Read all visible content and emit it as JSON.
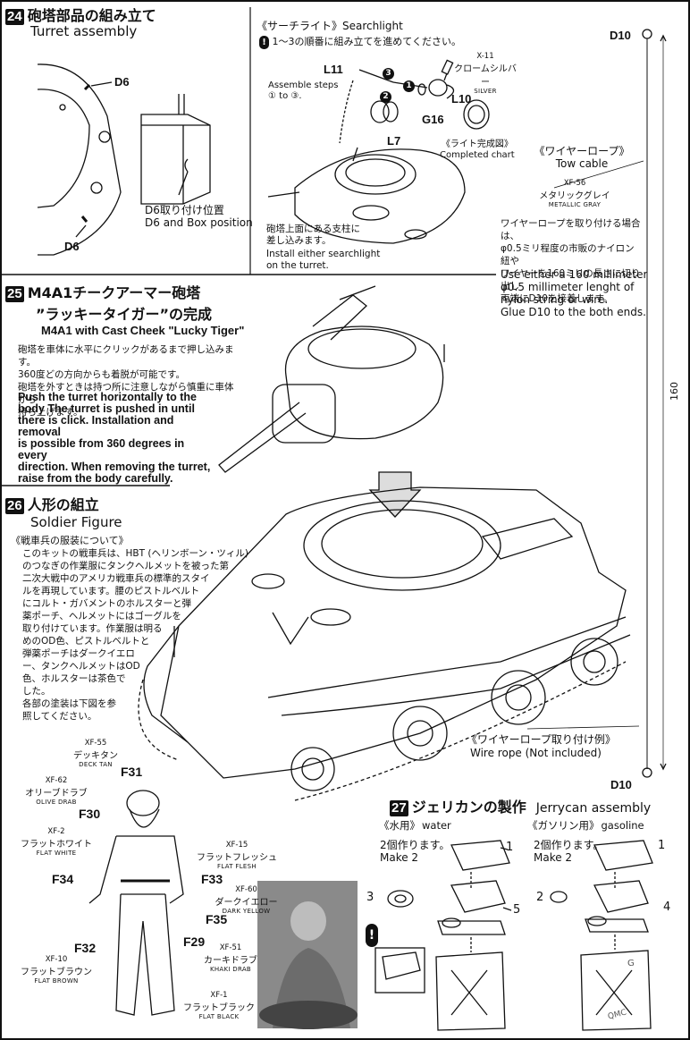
{
  "step24": {
    "num": "24",
    "title_jp": "砲塔部品の組み立て",
    "title_en": "Turret assembly",
    "d6_top": "D6",
    "d6_bottom": "D6",
    "d6_pos_jp": "D6取り付け位置",
    "d6_pos_en": "D6 and Box position"
  },
  "searchlight": {
    "title": "《サーチライト》Searchlight",
    "order_jp": "1～3の順番に組み立てを進めてください。",
    "assemble_en": "Assemble steps ① to ③.",
    "paint_code": "X-11",
    "paint_jp": "クロームシルバー",
    "paint_en": "SILVER",
    "l11": "L11",
    "l10": "L10",
    "g16": "G16",
    "l7": "L7",
    "n1": "1",
    "n2": "2",
    "n3": "3",
    "complete_jp": "《ライト完成図》",
    "complete_en": "Completed chart",
    "install_jp_1": "砲塔上面にある支柱に",
    "install_jp_2": "差し込みます。",
    "install_en_1": "Install either searchlight",
    "install_en_2": "on the turret."
  },
  "towcable": {
    "d10_top": "D10",
    "title_jp": "《ワイヤーロープ》",
    "title_en": "Tow cable",
    "paint_code": "XF-56",
    "paint_jp": "メタリックグレイ",
    "paint_en": "METALLIC GRAY",
    "desc_jp": [
      "ワイヤーロープを取り付ける場合は、",
      "φ0.5ミリ程度の市販のナイロン紐や",
      "ワイヤーを160ミリの長さに切り出し",
      "両端にD10を接着します。"
    ],
    "desc_en": [
      "Use either a 160 millimeter",
      "φ0.5 millimeter lenght of",
      "nylon   string or wire.",
      "Glue D10 to the both ends."
    ],
    "length": "160",
    "d10_bottom": "D10"
  },
  "step25": {
    "num": "25",
    "title_jp_1": "M4A1チークアーマー砲塔",
    "title_jp_2": "”ラッキータイガー”の完成",
    "title_en": "M4A1 with Cast Cheek  \"Lucky Tiger\"",
    "desc_jp": [
      "砲塔を車体に水平にクリックがあるまで押し込みます。",
      "360度どの方向からも着脱が可能です。",
      "砲塔を外すときは持つ所に注意しながら慎重に車体から",
      "持ち上げます。"
    ],
    "desc_en": [
      "Push the turret horizontally to the",
      "body The turret is pushed in until",
      "there is click. Installation and removal",
      "is possible from 360 degrees in every",
      "direction. When removing the turret,",
      "raise from the body carefully."
    ]
  },
  "step26": {
    "num": "26",
    "title_jp": "人形の組立",
    "title_en": "Soldier Figure",
    "sub_jp": "《戦車兵の服装について》",
    "desc_jp": [
      "このキットの戦車兵は、HBT (ヘリンボーン・ツィル)",
      "のつなぎの作業服にタンクヘルメットを被った第",
      "二次大戦中のアメリカ戦車兵の標準的スタイ",
      "ルを再現しています。腰のピストルベルト",
      "にコルト・ガバメントのホルスターと弾",
      "薬ポーチ、ヘルメットにはゴーグルを",
      "取り付けています。作業服は明る",
      "めのOD色、ピストルベルトと",
      "弾薬ポーチはダークイエロ",
      "ー、タンクヘルメットはOD",
      "色、ホルスターは茶色で",
      "した。",
      "各部の塗装は下図を参",
      "照してください。"
    ],
    "parts": {
      "f31": "F31",
      "f30": "F30",
      "f34": "F34",
      "f33": "F33",
      "f35": "F35",
      "f32": "F32",
      "f29": "F29"
    },
    "paints": [
      {
        "code": "XF-55",
        "jp": "デッキタン",
        "en": "DECK TAN"
      },
      {
        "code": "XF-62",
        "jp": "オリーブドラブ",
        "en": "OLIVE DRAB"
      },
      {
        "code": "XF-2",
        "jp": "フラットホワイト",
        "en": "FLAT WHITE"
      },
      {
        "code": "XF-15",
        "jp": "フラットフレッシュ",
        "en": "FLAT FLESH"
      },
      {
        "code": "XF-60",
        "jp": "ダークイエロー",
        "en": "DARK YELLOW"
      },
      {
        "code": "XF-10",
        "jp": "フラットブラウン",
        "en": "FLAT BROWN"
      },
      {
        "code": "XF-51",
        "jp": "カーキドラブ",
        "en": "KHAKI DRAB"
      },
      {
        "code": "XF-1",
        "jp": "フラットブラック",
        "en": "FLAT BLACK"
      }
    ]
  },
  "wirerope": {
    "jp": "《ワイヤーロープ取り付け例》",
    "en": "Wire rope (Not included)"
  },
  "step27": {
    "num": "27",
    "title_jp": "ジェリカンの製作",
    "title_en": "Jerrycan assembly",
    "water_jp": "《水用》",
    "water_en": "water",
    "gas_jp": "《ガソリン用》",
    "gas_en": "gasoline",
    "make_jp": "2個作ります。",
    "make_en": "Make 2",
    "w1": "1",
    "w3": "3",
    "w5": "5",
    "g1": "1",
    "g2": "2",
    "g4": "4",
    "can_letter": "G",
    "can_marking": "QMC"
  }
}
